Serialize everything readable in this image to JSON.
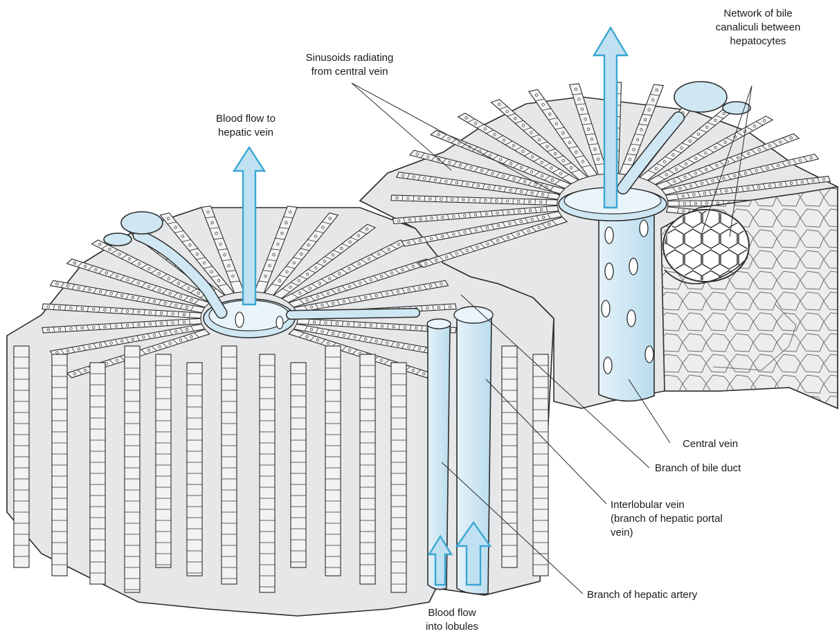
{
  "diagram": {
    "colors": {
      "tissue": "#e6e7e8",
      "tissue_dark": "#d4d5d7",
      "cut_face": "#ededee",
      "vessel": "#cfe7f3",
      "vessel_light": "#e9f5fb",
      "arrow": "#bfe1f2",
      "arrow_stroke": "#3aa7d2",
      "outline": "#2b2b2b"
    },
    "labels": {
      "canaliculi": [
        "Network of bile",
        "canaliculi between",
        "hepatocytes"
      ],
      "sinusoids": [
        "Sinusoids radiating",
        "from central vein"
      ],
      "blood_out": [
        "Blood flow to",
        "hepatic vein"
      ],
      "central_vein": [
        "Central vein"
      ],
      "bile_duct": [
        "Branch of bile duct"
      ],
      "interlobular": [
        "Interlobular vein",
        "(branch of hepatic portal",
        "vein)"
      ],
      "artery": [
        "Branch of hepatic artery"
      ],
      "blood_in": [
        "Blood flow",
        "into lobules"
      ]
    }
  }
}
